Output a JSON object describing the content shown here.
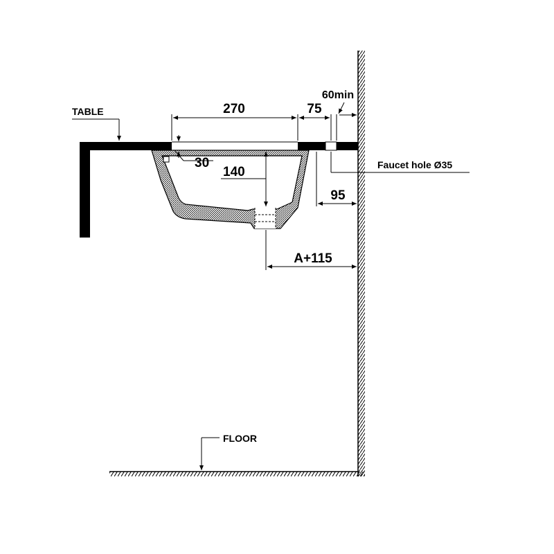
{
  "labels": {
    "table": "TABLE",
    "floor": "FLOOR",
    "faucet_hole": "Faucet hole Ø35",
    "clearance": "60min"
  },
  "dimensions": {
    "basin_width": "270",
    "faucet_offset": "75",
    "rim_thickness": "30",
    "basin_depth": "140",
    "faucet_to_wall": "95",
    "drain_to_wall": "A+115"
  },
  "colors": {
    "line": "#000000",
    "hatch": "#000000",
    "background": "#ffffff"
  }
}
